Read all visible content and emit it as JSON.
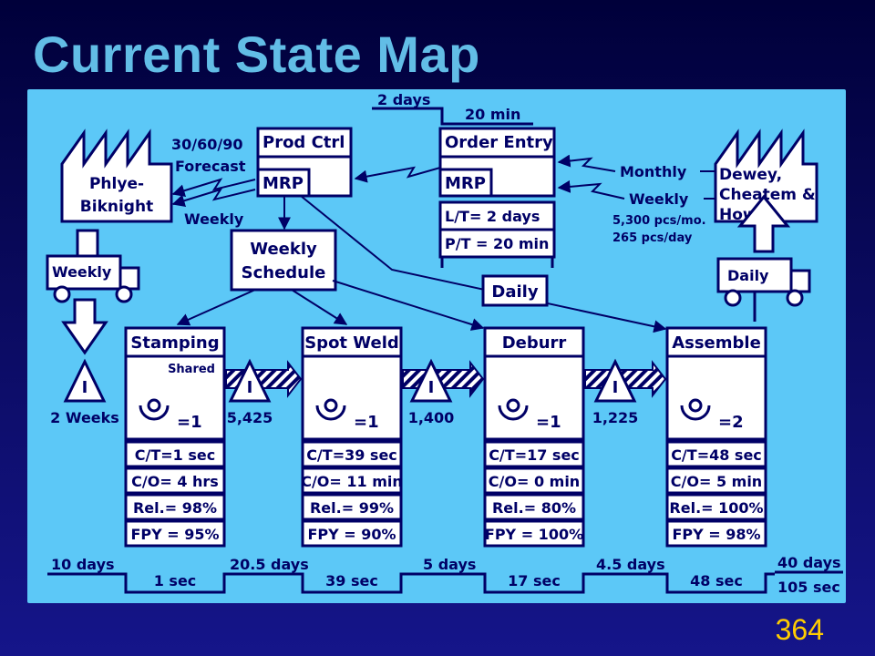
{
  "slide": {
    "title": "Current State Map",
    "page_number": "364"
  },
  "supplier": {
    "name_line1": "Phlye-",
    "name_line2": "Biknight",
    "forecast_line1": "30/60/90",
    "forecast_line2": "Forecast",
    "order_freq": "Weekly"
  },
  "customer": {
    "name_line1": "Dewey,",
    "name_line2": "Cheatem &",
    "name_line3": "Howe",
    "order_monthly": "Monthly",
    "order_weekly": "Weekly",
    "demand_month": "5,300 pcs/mo.",
    "demand_day": "265 pcs/day"
  },
  "prod_ctrl": {
    "title": "Prod Ctrl",
    "system": "MRP"
  },
  "order_entry": {
    "title": "Order Entry",
    "system": "MRP",
    "lead_time": "L/T= 2 days",
    "process_time": "P/T = 20 min",
    "wait": "2 days",
    "time": "20 min"
  },
  "schedule": {
    "line1": "Weekly",
    "line2": "Schedule",
    "daily": "Daily"
  },
  "shipments": {
    "inbound": "Weekly",
    "outbound": "Daily"
  },
  "inventory": [
    {
      "symbol": "I",
      "qty": "2 Weeks"
    },
    {
      "symbol": "I",
      "qty": "5,425"
    },
    {
      "symbol": "I",
      "qty": "1,400"
    },
    {
      "symbol": "I",
      "qty": "1,225"
    }
  ],
  "processes": [
    {
      "name": "Stamping",
      "note": "Shared",
      "operators": "=1",
      "ct": "C/T=1 sec",
      "co": "C/O= 4 hrs",
      "rel": "Rel.= 98%",
      "fpy": "FPY = 95%"
    },
    {
      "name": "Spot Weld",
      "note": "",
      "operators": "=1",
      "ct": "C/T=39 sec",
      "co": "C/O= 11 min",
      "rel": "Rel.= 99%",
      "fpy": "FPY = 90%"
    },
    {
      "name": "Deburr",
      "note": "",
      "operators": "=1",
      "ct": "C/T=17 sec",
      "co": "C/O= 0 min",
      "rel": "Rel.= 80%",
      "fpy": "FPY = 100%"
    },
    {
      "name": "Assemble",
      "note": "",
      "operators": "=2",
      "ct": "C/T=48 sec",
      "co": "C/O= 5 min",
      "rel": "Rel.= 100%",
      "fpy": "FPY = 98%"
    }
  ],
  "timeline": {
    "wait": [
      "10 days",
      "20.5 days",
      "5 days",
      "4.5 days"
    ],
    "process": [
      "1 sec",
      "39 sec",
      "17 sec",
      "48 sec"
    ],
    "total_lead": "40 days",
    "total_process": "105 sec"
  },
  "colors": {
    "background": "#0a0a5e",
    "panel": "#5cc8f7",
    "ink": "#000066",
    "title": "#62bde6",
    "page_number": "#ffcc00"
  }
}
